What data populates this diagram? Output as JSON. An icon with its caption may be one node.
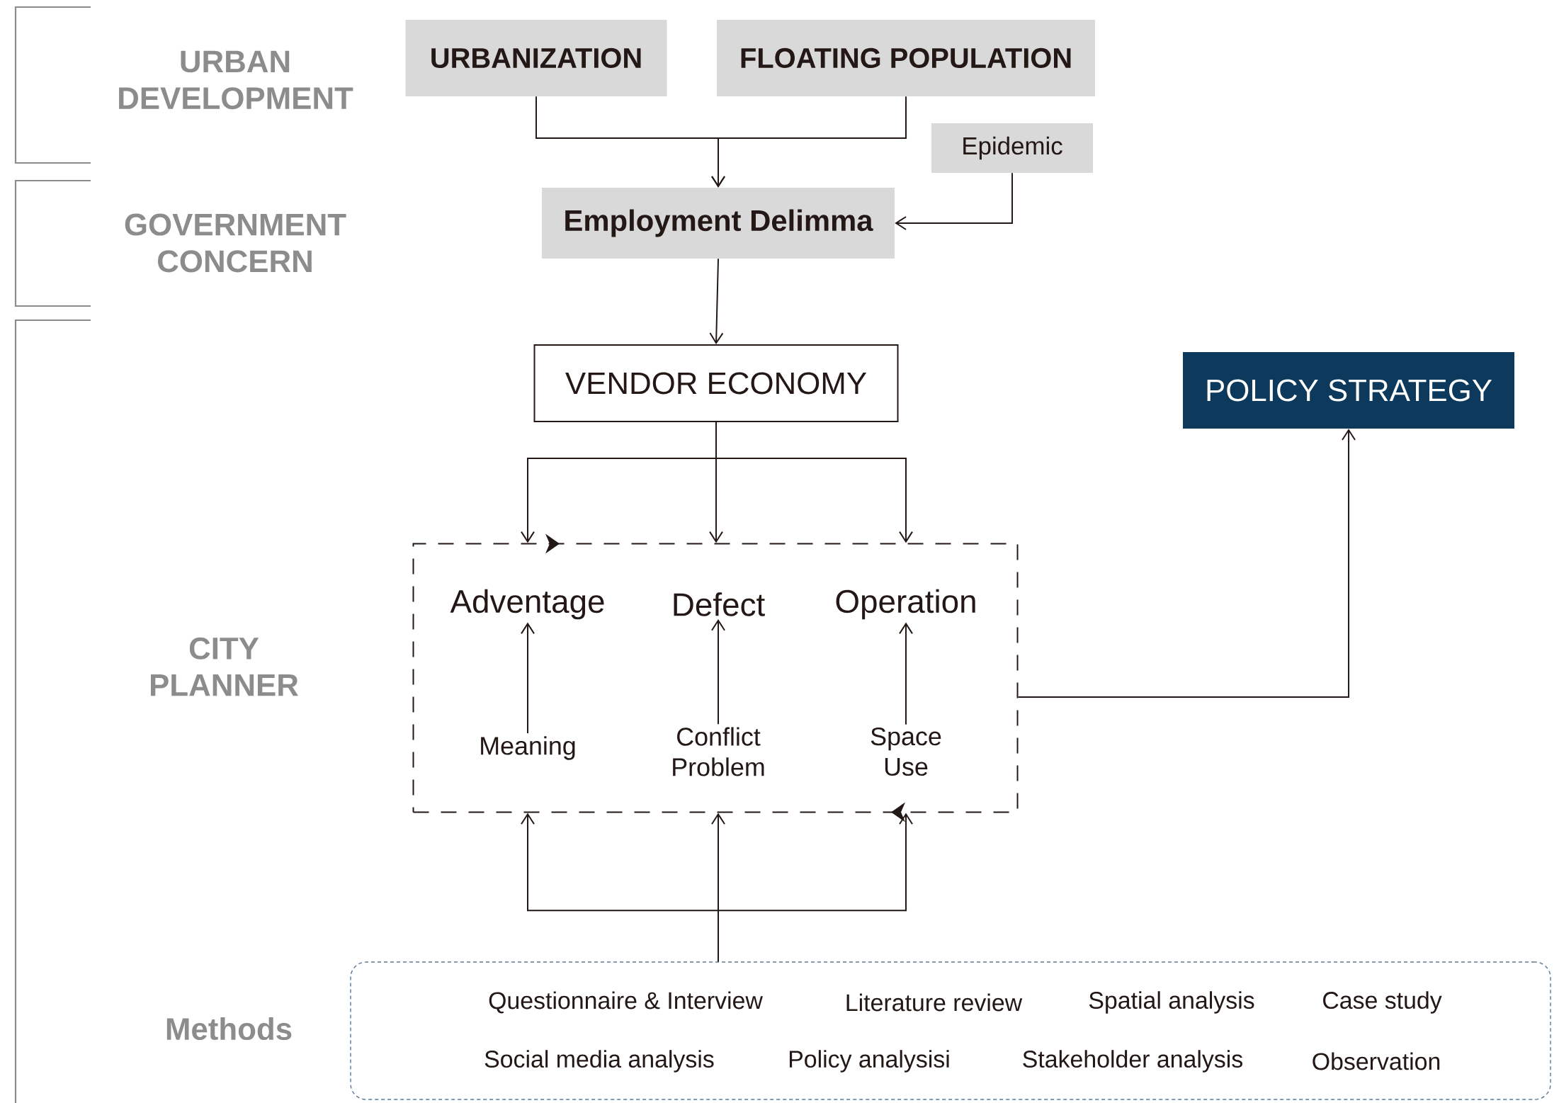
{
  "diagram": {
    "nodes": [
      {
        "text": [
          "URBANIZATION"
        ]
      },
      {
        "text": [
          "FLOATING POPULATION"
        ]
      },
      {
        "text": [
          "Epidemic"
        ]
      },
      {
        "text": [
          "Employment Delimma"
        ]
      },
      {
        "text": [
          "VENDOR ECONOMY"
        ]
      },
      {
        "text": [
          "POLICY STRATEGY"
        ]
      },
      {
        "text": [],
        "shape": "box"
      },
      {
        "text": [
          "Adventage"
        ],
        "in": 6
      },
      {
        "text": [
          "Defect"
        ],
        "in": 6
      },
      {
        "text": [
          "Operation"
        ],
        "in": 6
      },
      {
        "text": [
          "Meaning"
        ],
        "in": 6
      },
      {
        "text": [
          "Conflict Problem"
        ],
        "in": 6
      },
      {
        "text": [
          "Space Use"
        ],
        "in": 6
      },
      {
        "text": [
          "Questionnaire & Interview",
          "Literature review",
          "Spatial analysis",
          "Case study",
          "Social media analysis",
          "Policy analysisi",
          "Stakeholder analysis",
          "Observation"
        ]
      }
    ],
    "edges": [
      {
        "from": 0,
        "to": 3,
        "arrow": "to"
      },
      {
        "from": 1,
        "to": 3,
        "arrow": "to"
      },
      {
        "from": 2,
        "to": 3,
        "arrow": "to"
      },
      {
        "from": 3,
        "to": 4,
        "arrow": "to"
      },
      {
        "from": 4,
        "to": 6,
        "arrow": "to"
      },
      {
        "from": 4,
        "to": 6,
        "arrow": "to"
      },
      {
        "from": 4,
        "to": 6,
        "arrow": "to"
      },
      {
        "from": 10,
        "to": 7,
        "arrow": "to"
      },
      {
        "from": 11,
        "to": 8,
        "arrow": "to"
      },
      {
        "from": 12,
        "to": 9,
        "arrow": "to"
      },
      {
        "from": 6,
        "to": 5,
        "arrow": "to"
      },
      {
        "from": 13,
        "to": 6,
        "arrow": "to"
      },
      {
        "from": 13,
        "to": 6,
        "arrow": "to"
      },
      {
        "from": 13,
        "to": 6,
        "arrow": "to"
      }
    ],
    "labels": [
      "URBAN DEVELOPMENT",
      "GOVERNMENT CONCERN",
      "CITY PLANNER",
      "Methods"
    ]
  }
}
